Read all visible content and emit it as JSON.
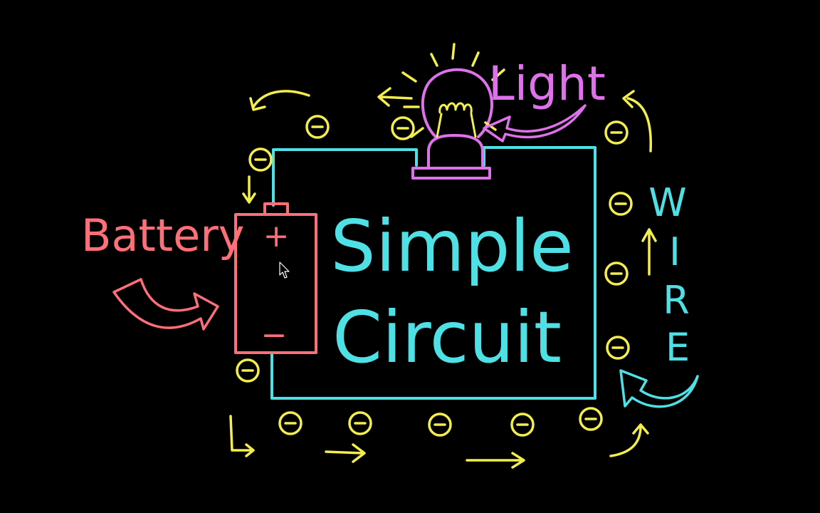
{
  "canvas": {
    "background": "#000000"
  },
  "colors": {
    "wire": "#4fe0e6",
    "battery": "#ff6f7a",
    "light": "#dd72ea",
    "electron": "#f3ee4e",
    "bulb_filament": "#f3ee4e"
  },
  "labels": {
    "battery": "Battery",
    "light": "Light",
    "title_line1": "Simple",
    "title_line2": "Circuit",
    "battery_plus": "+",
    "battery_minus": "−",
    "wire_letters": [
      "W",
      "I",
      "R",
      "E"
    ]
  },
  "electron_symbol": "−",
  "icons": {
    "cursor": "mouse-pointer-icon",
    "bulb": "light-bulb-icon",
    "battery": "battery-icon"
  }
}
